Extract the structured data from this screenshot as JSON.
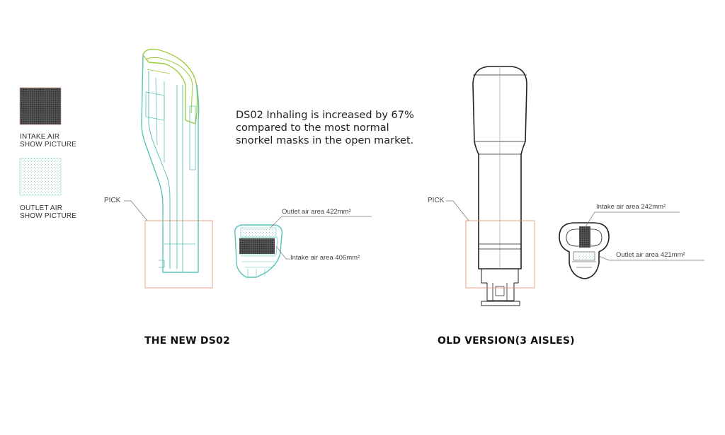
{
  "legend": {
    "intake_label_line1": "INTAKE AIR",
    "intake_label_line2": "SHOW PICTURE",
    "outlet_label_line1": "OUTLET AIR",
    "outlet_label_line2": "SHOW PICTURE"
  },
  "statement": {
    "line1": "DS02 Inhaling is increased by 67%",
    "line2": "compared to the most normal",
    "line3": "snorkel masks in the open market."
  },
  "new_design": {
    "caption": "THE NEW DS02",
    "pick_label": "PICK",
    "outlet_note": "Outlet air area 422mm²",
    "intake_note": "Intake air area 406mm²"
  },
  "old_design": {
    "caption": "OLD VERSION(3 AISLES)",
    "pick_label": "PICK",
    "intake_note": "Intake air area 242mm²",
    "outlet_note": "Outlet air area 421mm²"
  },
  "colors": {
    "teal": "#5bc2b8",
    "green": "#9ccc3b",
    "pick_box": "#e8967e",
    "dark": "#333333"
  }
}
